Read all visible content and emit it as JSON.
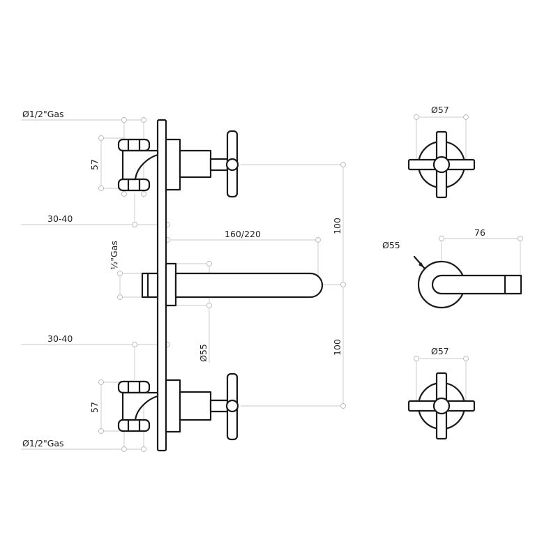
{
  "labels": {
    "gas_top": "Ø1/2\"Gas",
    "gas_bottom": "Ø1/2\"Gas",
    "height_top": "57",
    "height_bottom": "57",
    "depth_top": "30-40",
    "depth_bottom": "30-40",
    "spout_length": "160/220",
    "spout_gas": "½\"Gas",
    "spout_diameter": "Ø55",
    "spacing_top": "100",
    "spacing_bottom": "100",
    "handle_diam_top": "Ø57",
    "handle_diam_bottom": "Ø57",
    "spout_front_diam": "Ø55",
    "spout_front_length": "76"
  }
}
